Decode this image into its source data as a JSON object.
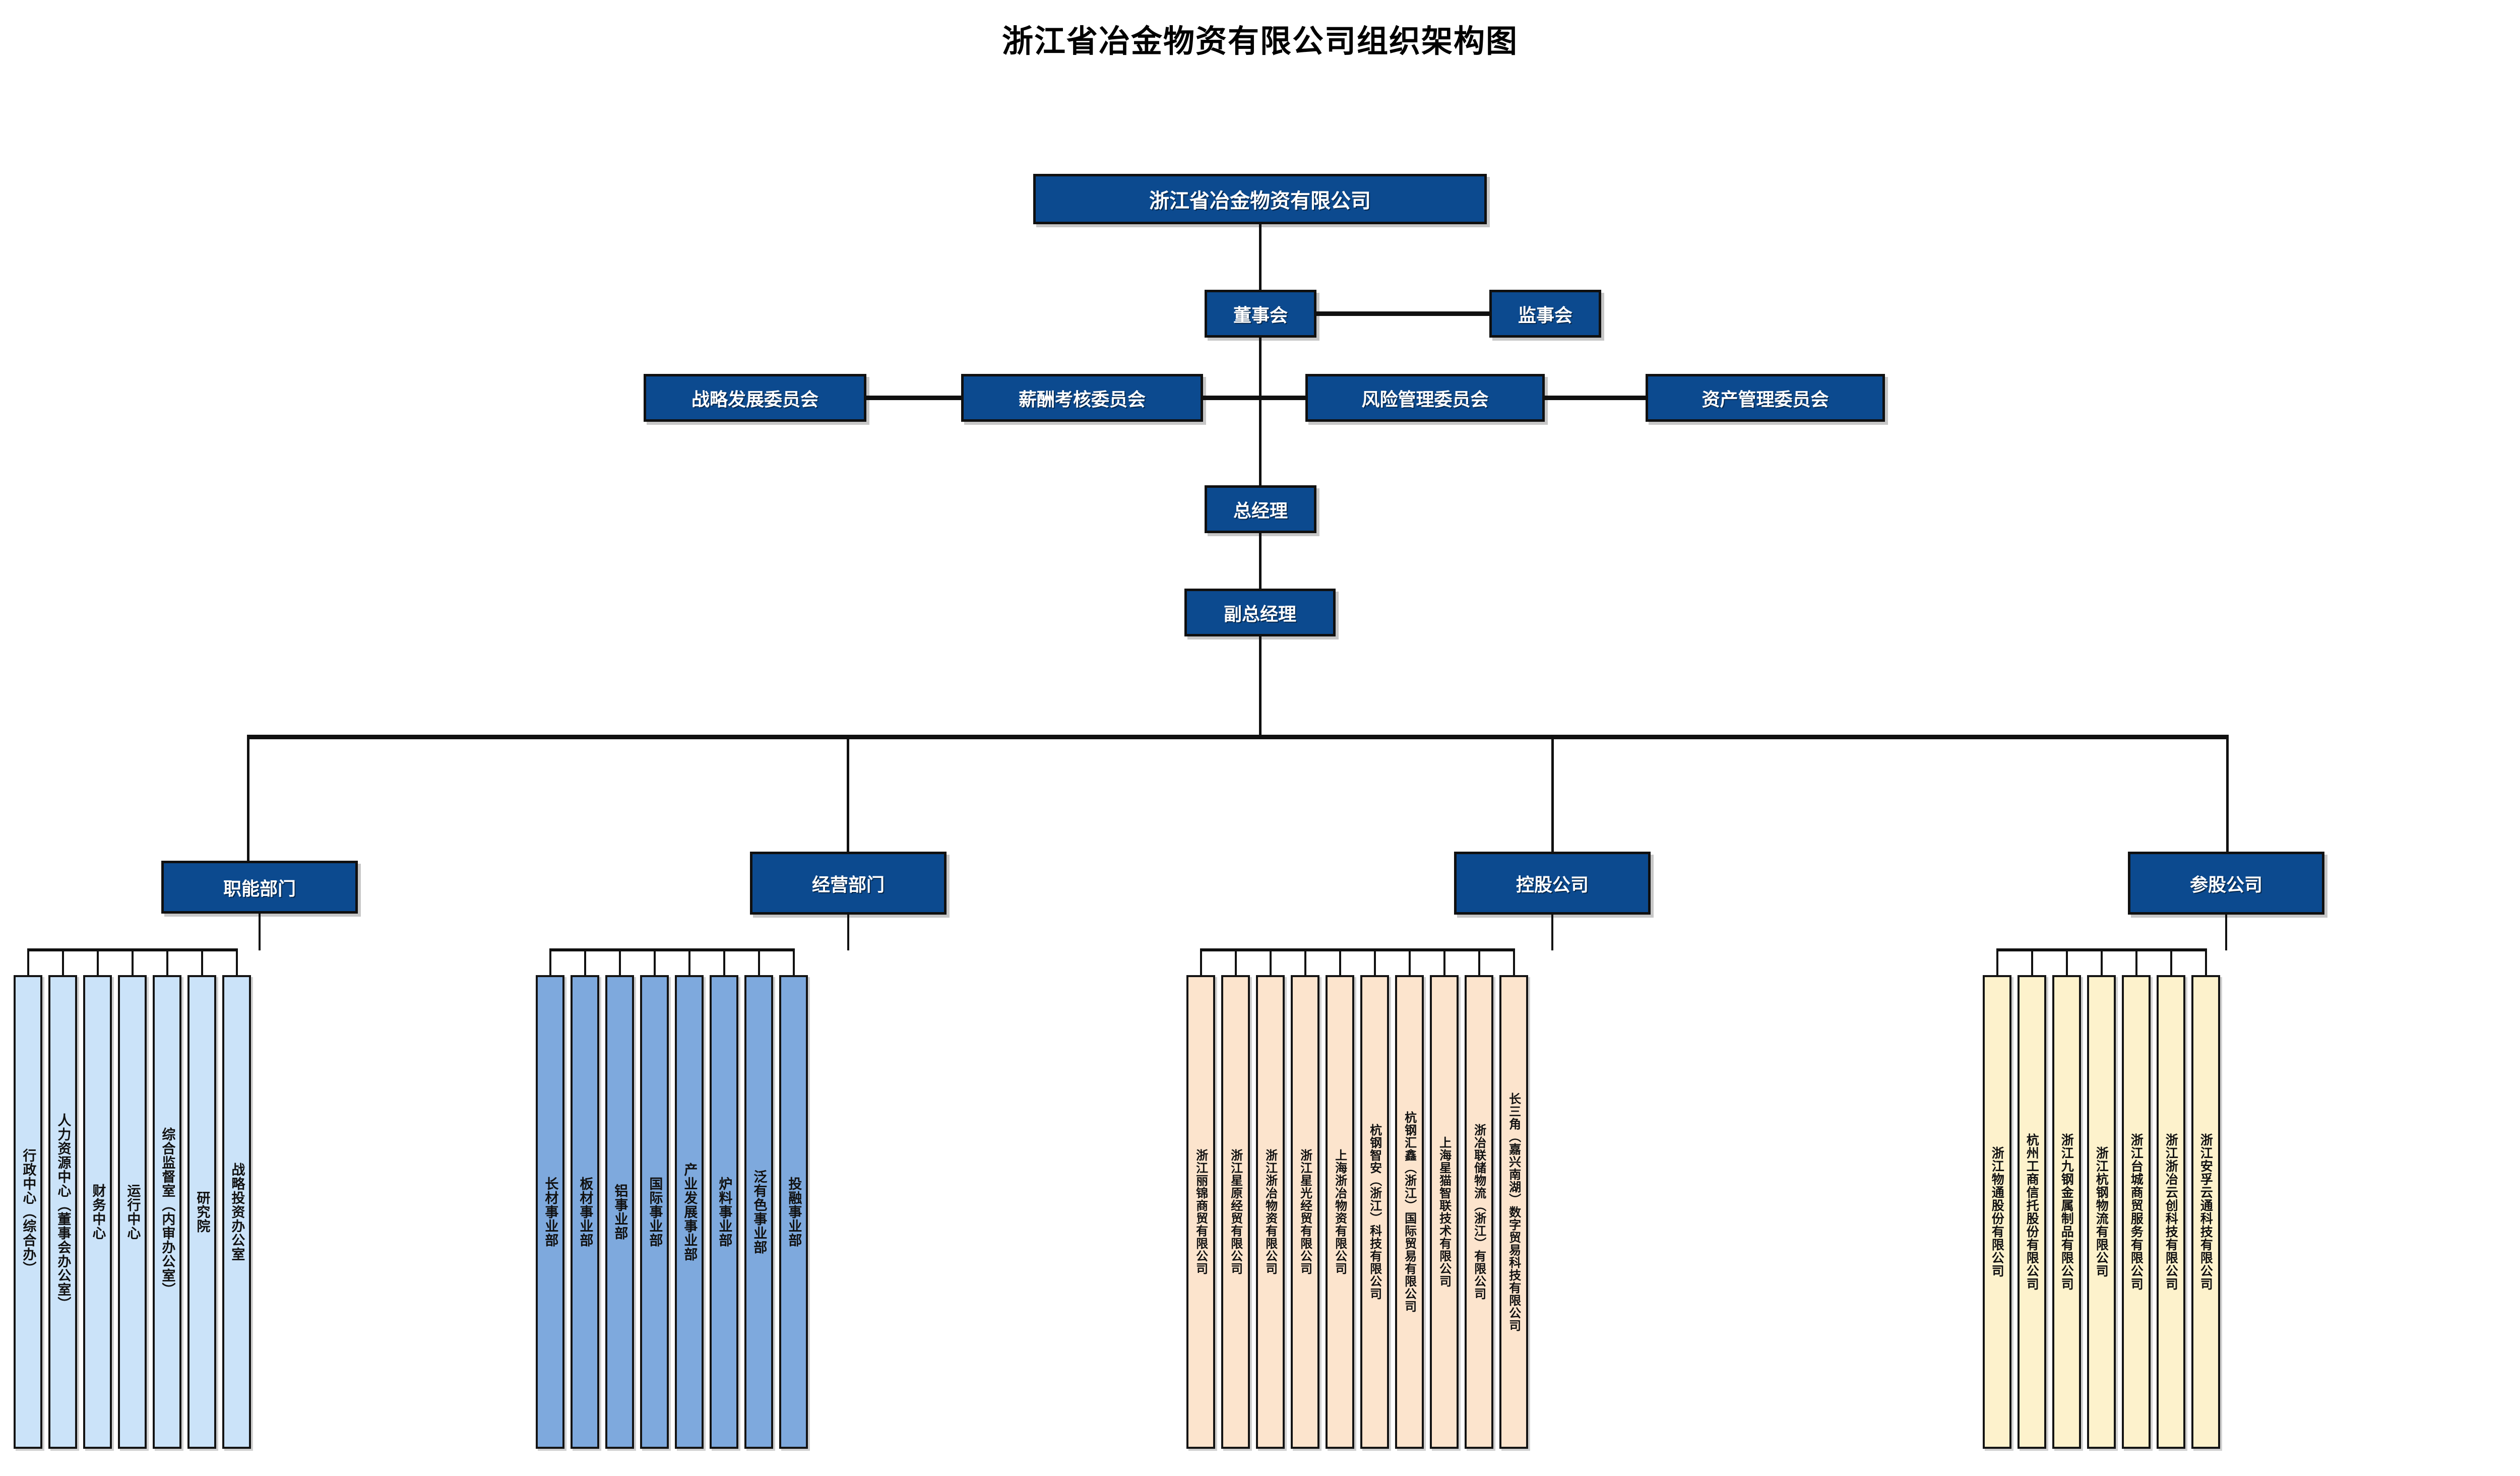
{
  "title": "浙江省冶金物资有限公司组织架构图",
  "colors": {
    "header_blue": "#0c4a8f",
    "functional_blue": "#cbe3f9",
    "operating_blue": "#7ea9dd",
    "holding_peach": "#fce4cd",
    "participating_yellow": "#fdf2cc",
    "line_black": "#101010"
  },
  "top": {
    "company": "浙江省冶金物资有限公司",
    "board": "董事会",
    "supervisors": "监事会",
    "general_manager": "总经理",
    "deputy_general_manager": "副总经理"
  },
  "committees": [
    {
      "label": "战略发展委员会"
    },
    {
      "label": "薪酬考核委员会"
    },
    {
      "label": "风险管理委员会"
    },
    {
      "label": "资产管理委员会"
    }
  ],
  "groups": [
    {
      "key": "functional",
      "header": "职能部门",
      "items": [
        {
          "label": "行政中心（综合办）"
        },
        {
          "label": "人力资源中心（董事会办公室）"
        },
        {
          "label": "财务中心"
        },
        {
          "label": "运行中心"
        },
        {
          "label": "综合监督室（内审办公室）"
        },
        {
          "label": "研究院"
        },
        {
          "label": "战略投资办公室"
        }
      ]
    },
    {
      "key": "operating",
      "header": "经营部门",
      "items": [
        {
          "label": "长材事业部"
        },
        {
          "label": "板材事业部"
        },
        {
          "label": "铝事业部"
        },
        {
          "label": "国际事业部"
        },
        {
          "label": "产业发展事业部"
        },
        {
          "label": "炉料事业部"
        },
        {
          "label": "泛有色事业部"
        },
        {
          "label": "投融事业部"
        }
      ]
    },
    {
      "key": "holding",
      "header": "控股公司",
      "items": [
        {
          "label": "浙江丽锦商贸有限公司"
        },
        {
          "label": "浙江星原经贸有限公司"
        },
        {
          "label": "浙江浙冶物资有限公司"
        },
        {
          "label": "浙江星光经贸有限公司"
        },
        {
          "label": "上海浙冶物资有限公司"
        },
        {
          "label": "杭钢智安（浙江）科技有限公司"
        },
        {
          "label": "杭钢汇鑫（浙江）国际贸易有限公司"
        },
        {
          "label": "上海星猫智联技术有限公司"
        },
        {
          "label": "浙冶联储物流（浙江）有限公司"
        },
        {
          "label": "长三角（嘉兴南湖）数字贸易科技有限公司"
        }
      ]
    },
    {
      "key": "participating",
      "header": "参股公司",
      "items": [
        {
          "label": "浙江物通股份有限公司"
        },
        {
          "label": "杭州工商信托股份有限公司"
        },
        {
          "label": "浙江九钢金属制品有限公司"
        },
        {
          "label": "浙江杭钢物流有限公司"
        },
        {
          "label": "浙江台城商贸服务有限公司"
        },
        {
          "label": "浙江浙冶云创科技有限公司"
        },
        {
          "label": "浙江安孚云通科技有限公司"
        }
      ]
    }
  ]
}
